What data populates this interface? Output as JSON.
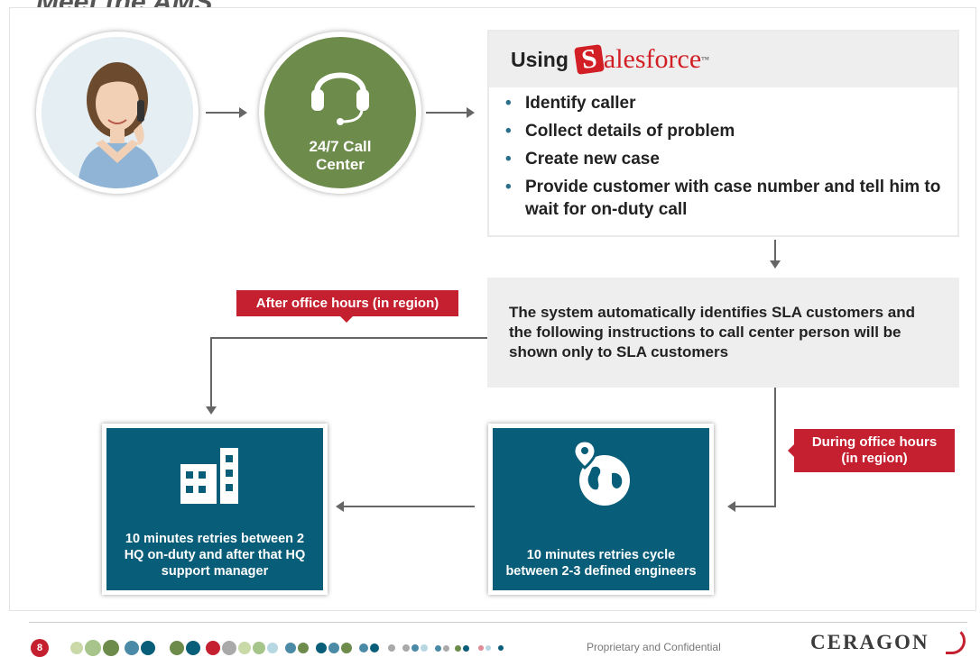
{
  "header": {
    "title": "Meet the AMS"
  },
  "caller": {
    "image_alt": "caller-on-phone"
  },
  "call_center": {
    "label": "24/7 Call Center"
  },
  "salesforce": {
    "using_label": "Using",
    "logo_text": "alesforce",
    "logo_letter": "S",
    "logo_tm": "™",
    "items": [
      "Identify caller",
      "Collect details of problem",
      "Create new case",
      "Provide customer with case number and tell him to wait for on-duty call"
    ]
  },
  "sla_box": {
    "text": "The system automatically identifies SLA customers and the following instructions to call center person will be shown only to SLA customers"
  },
  "tags": {
    "after_hours": "After office hours (in region)",
    "during_hours_line1": "During office hours",
    "during_hours_line2": "(in region)"
  },
  "hq_box": {
    "icon": "building-icon",
    "text": "10 minutes retries between 2 HQ on-duty and after that HQ support manager"
  },
  "engineers_box": {
    "icon": "globe-pin-icon",
    "text": "10 minutes retries cycle between 2-3 defined engineers"
  },
  "footer": {
    "page_number": "8",
    "confidential": "Proprietary and Confidential",
    "brand": "CERAGON"
  },
  "colors": {
    "green": "#6d8b4b",
    "teal": "#085d78",
    "red": "#c5202f",
    "grey_box": "#eeeeee"
  }
}
